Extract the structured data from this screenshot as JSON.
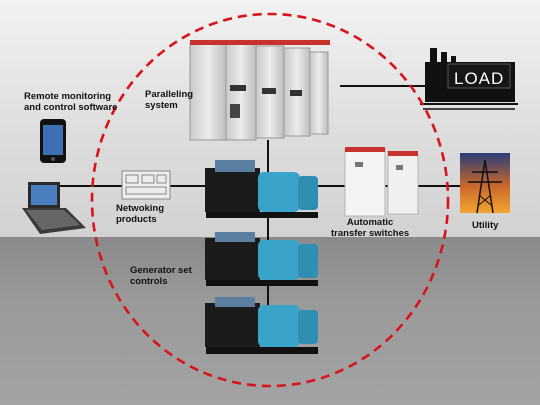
{
  "labels": {
    "remote": "Remote  monitoring\nand control software",
    "paralleling": "Paralleling\nsystem",
    "networking": "Netwoking\nproducts",
    "ats": "Automatic\ntransfer switches",
    "utility": "Utility",
    "genset": "Generator set\ncontrols",
    "load": "LOAD"
  },
  "colors": {
    "circle": "#d8141b",
    "panel": "#d9d9d9",
    "genset": "#3aa3c9",
    "engine": "#1b1b1b",
    "sky": "#e98a1e"
  }
}
